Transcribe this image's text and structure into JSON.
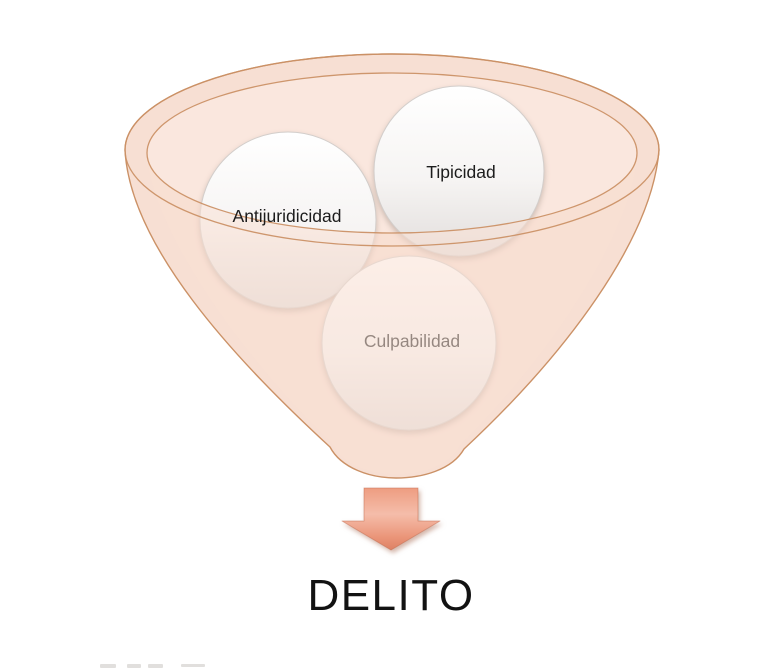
{
  "diagram": {
    "type": "funnel",
    "stages": [
      {
        "id": "antijuridicidad",
        "label": "Antijuridicidad"
      },
      {
        "id": "tipicidad",
        "label": "Tipicidad"
      },
      {
        "id": "culpabilidad",
        "label": "Culpabilidad"
      }
    ],
    "result": {
      "label": "DELITO"
    },
    "colors": {
      "background": "#ffffff",
      "funnel_fill": "#f7dfd3",
      "funnel_opening_fill": "#fae7de",
      "funnel_outline": "#cb9166",
      "funnel_front_tint": "rgba(250,224,212,0.55)",
      "circle_top": "#ffffff",
      "circle_mid": "#f6f4f3",
      "circle_bottom": "#e2dedc",
      "circle_outline": "#d3cecb",
      "arrow_top": "#ee9d81",
      "arrow_highlight": "#f5bdaa",
      "arrow_lower": "#ea9478",
      "arrow_tip": "#dd8164",
      "stage_label_color": "#1c1c1c",
      "result_label_color": "#121212"
    }
  }
}
